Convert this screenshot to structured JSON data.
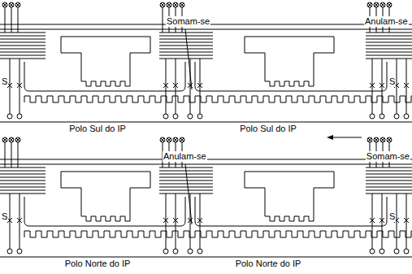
{
  "diagram": {
    "labels": [
      "Somam-se",
      "Anulam-se",
      "S",
      "S",
      "Polo Sul do IP",
      "Polo Sul do IP",
      "Anulam-se",
      "Somam-se",
      "S",
      "S",
      "Polo Norte do IP",
      "Polo Norte do IP"
    ]
  }
}
